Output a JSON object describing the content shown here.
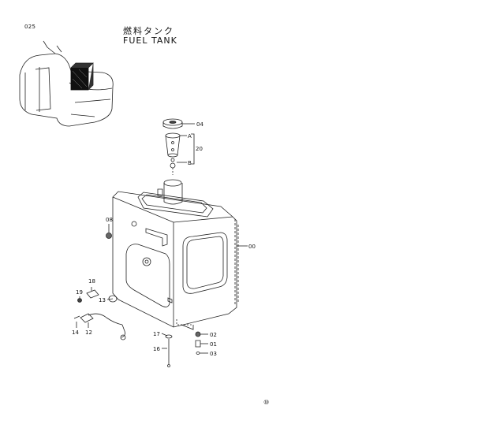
{
  "page_number": "025",
  "title_jp": "燃料タンク",
  "title_en": "FUEL TANK",
  "footer_mark": "⑩",
  "callouts": {
    "c04": "04",
    "c20": "20",
    "cA": "A",
    "cB": "B",
    "c08": "08",
    "c00": "00",
    "c18": "18",
    "c19": "19",
    "c13": "13",
    "c14": "14",
    "c12": "12",
    "c17": "17",
    "c16": "16",
    "c02": "02",
    "c01": "01",
    "c03": "03"
  }
}
